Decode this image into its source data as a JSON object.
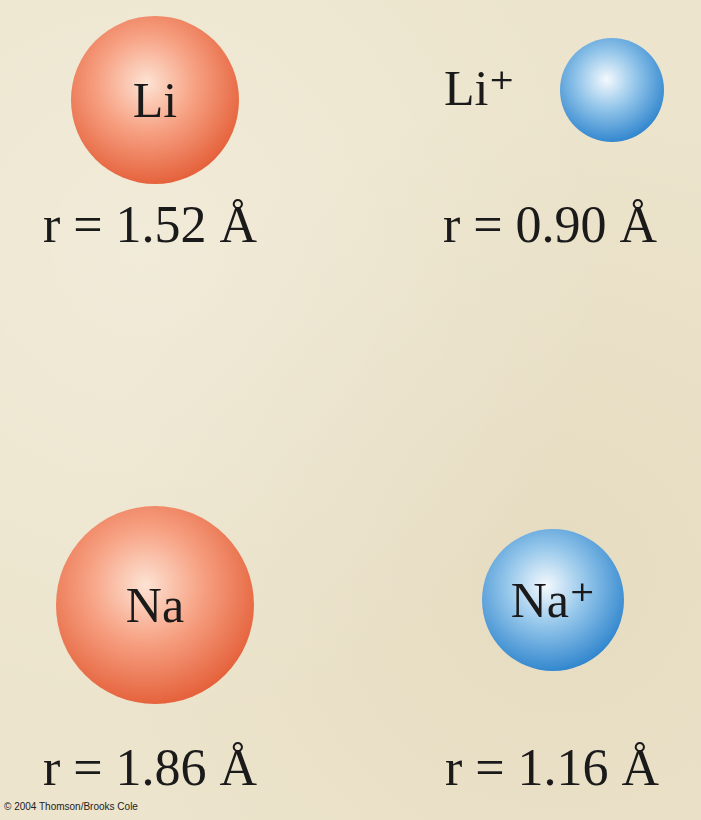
{
  "diagram": {
    "nodes": [
      {
        "text": [
          "Li"
        ]
      },
      {
        "text": [
          "Li⁺"
        ]
      },
      {
        "text": [
          "Na"
        ]
      },
      {
        "text": [
          "Na⁺"
        ]
      }
    ],
    "labels": [
      "r = 1.52 Å",
      "r = 0.90 Å",
      "r = 1.86 Å",
      "r = 1.16 Å",
      "© 2004 Thomson/Brooks Cole"
    ]
  }
}
